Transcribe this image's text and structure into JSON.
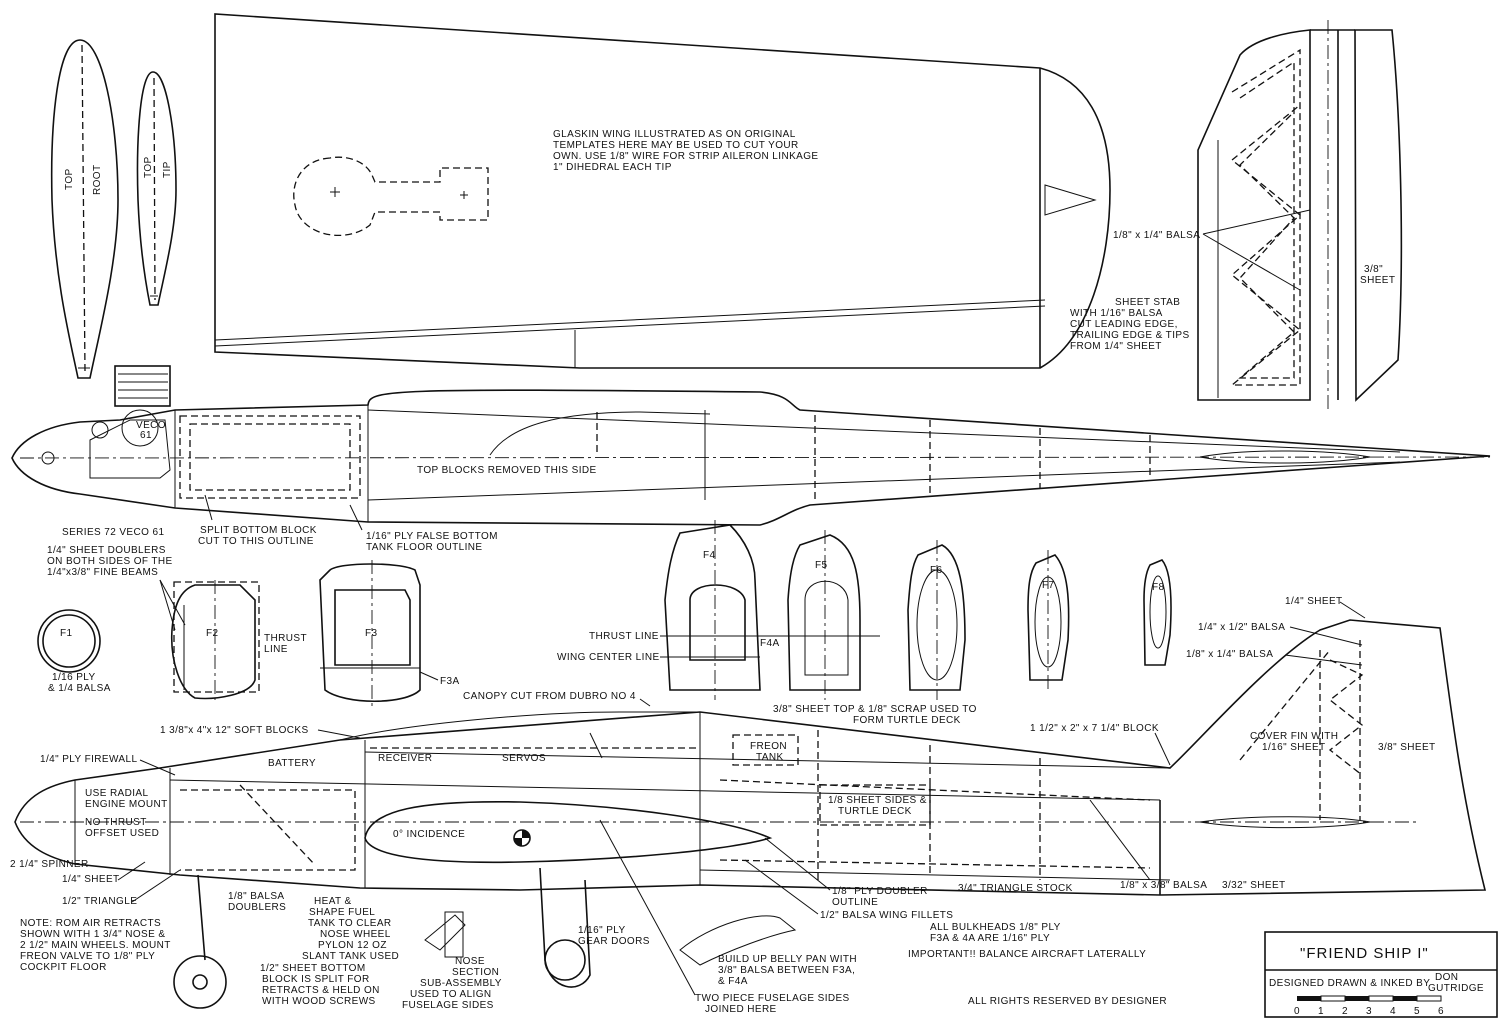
{
  "plan": {
    "wing_note": [
      "GLASKIN WING ILLUSTRATED AS ON ORIGINAL",
      "TEMPLATES HERE MAY BE USED TO CUT YOUR",
      "OWN. USE 1/8\" WIRE FOR STRIP AILERON LINKAGE",
      "1\" DIHEDRAL EACH TIP"
    ],
    "airfoil_root": [
      "TOP",
      "ROOT"
    ],
    "airfoil_tip": [
      "TOP",
      "TIP"
    ],
    "stab": {
      "balsa": "1/8\" x 1/4\" BALSA",
      "sheet": [
        "3/8\"",
        "SHEET"
      ],
      "note": [
        "SHEET STAB",
        "WITH 1/16\" BALSA",
        "CUT LEADING EDGE,",
        "TRAILING EDGE & TIPS",
        "FROM 1/4\" SHEET"
      ]
    },
    "top_view": {
      "blocks_removed": "TOP BLOCKS REMOVED THIS SIDE",
      "engine": "VECO",
      "engine_num": "61",
      "engine_label": "SERIES 72 VECO 61",
      "split_bottom": [
        "SPLIT BOTTOM BLOCK",
        "CUT TO THIS OUTLINE"
      ],
      "ply_false": [
        "1/16\" PLY FALSE BOTTOM",
        "TANK FLOOR OUTLINE"
      ]
    },
    "bulkheads": {
      "doublers": [
        "1/4\" SHEET DOUBLERS",
        "ON BOTH SIDES OF THE",
        "1/4\"x3/8\" FINE BEAMS"
      ],
      "f1": "F1",
      "f1_note": [
        "1/16 PLY",
        "& 1/4 BALSA"
      ],
      "f2": "F2",
      "thrust_line_f2": [
        "THRUST",
        "LINE"
      ],
      "f3": "F3",
      "f3a": "F3A",
      "f4": "F4",
      "f4a": "F4A",
      "f5": "F5",
      "f6": "F6",
      "f7": "F7",
      "f8": "F8",
      "thrust_line": "THRUST LINE",
      "wing_center_line": "WING CENTER LINE"
    },
    "side_view": {
      "canopy": "CANOPY CUT FROM DUBRO NO 4",
      "turtle": [
        "3/8\" SHEET TOP & 1/8\" SCRAP USED TO",
        "FORM TURTLE DECK"
      ],
      "soft_blocks": "1 3/8\"x 4\"x 12\" SOFT BLOCKS",
      "block": "1 1/2\" x 2\" x 7 1/4\" BLOCK",
      "firewall": "1/4\" PLY FIREWALL",
      "battery": "BATTERY",
      "receiver": "RECEIVER",
      "servos": "SERVOS",
      "freon": [
        "FREON",
        "TANK"
      ],
      "radial": [
        "USE RADIAL",
        "ENGINE MOUNT"
      ],
      "no_thrust": [
        "NO THRUST",
        "OFFSET USED"
      ],
      "incidence": "0° INCIDENCE",
      "sides_turtle": [
        "1/8 SHEET SIDES &",
        "TURTLE DECK"
      ],
      "spinner": "2 1/4\" SPINNER",
      "sheet_14": "1/4\" SHEET",
      "triangle": "1/2\" TRIANGLE",
      "balsa_doublers": [
        "1/8\" BALSA",
        "DOUBLERS"
      ],
      "tri_stock": "3/4\" TRIANGLE STOCK",
      "balsa_38": "1/8\" x 3/8\" BALSA",
      "sheet_332": "3/32\" SHEET",
      "ply_doubler": [
        "1/8\" PLY DOUBLER",
        "OUTLINE"
      ],
      "wing_fillets": "1/2\" BALSA WING FILLETS",
      "retracts_note": [
        "NOTE: ROM AIR RETRACTS",
        "SHOWN WITH 1 3/4\" NOSE &",
        "2 1/2\" MAIN WHEELS. MOUNT",
        "FREON VALVE TO 1/8\" PLY",
        "COCKPIT FLOOR"
      ],
      "heat_shape": [
        "HEAT &",
        "SHAPE FUEL",
        "TANK TO CLEAR",
        "NOSE WHEEL",
        "PYLON 12 OZ",
        "SLANT TANK USED"
      ],
      "half_sheet": [
        "1/2\" SHEET BOTTOM",
        "BLOCK IS SPLIT FOR",
        "RETRACTS & HELD ON",
        "WITH WOOD SCREWS"
      ],
      "nose_section": [
        "NOSE",
        "SECTION",
        "SUB-ASSEMBLY",
        "USED TO ALIGN",
        "FUSELAGE SIDES"
      ],
      "gear_doors": [
        "1/16\" PLY",
        "GEAR DOORS"
      ],
      "belly": [
        "BUILD UP BELLY PAN WITH",
        "3/8\" BALSA BETWEEN F3A,",
        "& F4A"
      ],
      "two_piece": [
        "TWO PIECE FUSELAGE SIDES",
        "JOINED HERE"
      ],
      "bulkheads_ply": [
        "ALL BULKHEADS 1/8\" PLY",
        "F3A & 4A ARE 1/16\" PLY"
      ],
      "important": "IMPORTANT!! BALANCE AIRCRAFT LATERALLY",
      "fin_sheet": "1/4\" SHEET",
      "fin_balsa_12": "1/4\" x 1/2\" BALSA",
      "fin_balsa_14": "1/8\" x 1/4\" BALSA",
      "cover_fin": [
        "COVER FIN WITH",
        "1/16\" SHEET"
      ],
      "fin_38": "3/8\" SHEET"
    },
    "title_block": {
      "name": "\"FRIEND SHIP I\"",
      "designed": "DESIGNED DRAWN & INKED BY",
      "designer": [
        "DON",
        "GUTRIDGE"
      ],
      "scale": [
        "0",
        "1",
        "2",
        "3",
        "4",
        "5",
        "6"
      ]
    },
    "rights": "ALL RIGHTS RESERVED BY DESIGNER"
  }
}
